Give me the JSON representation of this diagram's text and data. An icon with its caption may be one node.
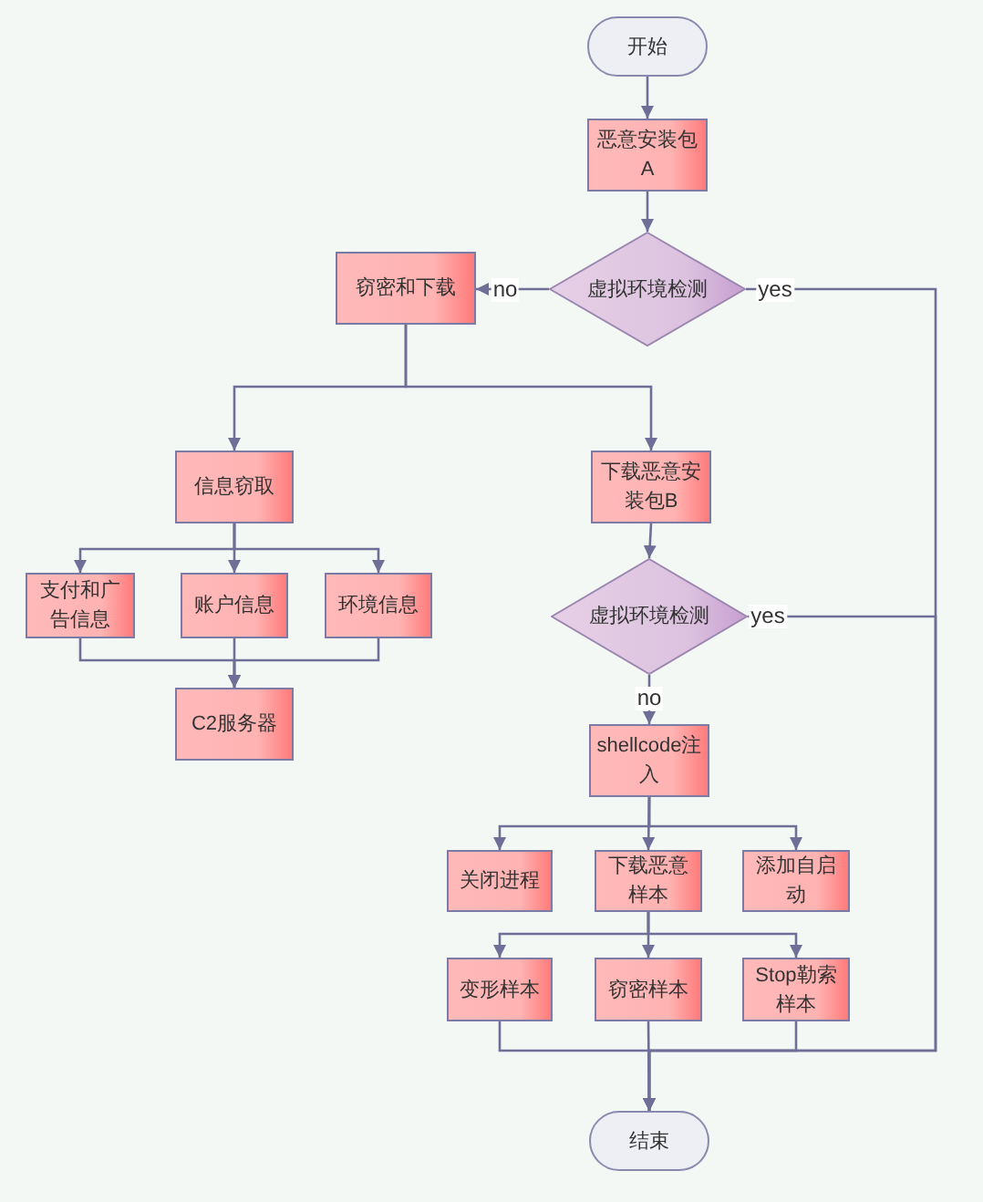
{
  "diagram": {
    "nodes": [
      {
        "text": [
          "开始"
        ]
      },
      {
        "text": [
          "恶意安装包A"
        ]
      },
      {
        "text": [
          "虚拟环境检测"
        ]
      },
      {
        "text": [
          "窃密和下载"
        ]
      },
      {
        "text": [
          "信息窃取"
        ]
      },
      {
        "text": [
          "下载恶意安装包B"
        ]
      },
      {
        "text": [
          "虚拟环境检测"
        ]
      },
      {
        "text": [
          "支付和广告信息"
        ]
      },
      {
        "text": [
          "账户信息"
        ]
      },
      {
        "text": [
          "环境信息"
        ]
      },
      {
        "text": [
          "C2服务器"
        ]
      },
      {
        "text": [
          "shellcode注入"
        ]
      },
      {
        "text": [
          "关闭进程"
        ]
      },
      {
        "text": [
          "下载恶意样本"
        ]
      },
      {
        "text": [
          "添加自启动"
        ]
      },
      {
        "text": [
          "变形样本"
        ]
      },
      {
        "text": [
          "窃密样本"
        ]
      },
      {
        "text": [
          "Stop勒索样本"
        ]
      },
      {
        "text": [
          "结束"
        ]
      }
    ],
    "edges": [
      {
        "from": 0,
        "to": 1,
        "arrow": "to"
      },
      {
        "from": 1,
        "to": 2,
        "arrow": "to"
      },
      {
        "from": 2,
        "to": 3,
        "arrow": "to",
        "label": "no"
      },
      {
        "from": 2,
        "to": 18,
        "arrow": "to",
        "label": "yes"
      },
      {
        "from": 3,
        "to": 4,
        "arrow": "to"
      },
      {
        "from": 3,
        "to": 5,
        "arrow": "to"
      },
      {
        "from": 4,
        "to": 7,
        "arrow": "to"
      },
      {
        "from": 4,
        "to": 8,
        "arrow": "to"
      },
      {
        "from": 4,
        "to": 9,
        "arrow": "to"
      },
      {
        "from": 5,
        "to": 6,
        "arrow": "to"
      },
      {
        "from": 7,
        "to": 10,
        "arrow": "to"
      },
      {
        "from": 8,
        "to": 10,
        "arrow": "to"
      },
      {
        "from": 9,
        "to": 10,
        "arrow": "to"
      },
      {
        "from": 6,
        "to": 11,
        "arrow": "to",
        "label": "no"
      },
      {
        "from": 6,
        "to": 18,
        "arrow": "to",
        "label": "yes"
      },
      {
        "from": 11,
        "to": 12,
        "arrow": "to"
      },
      {
        "from": 11,
        "to": 13,
        "arrow": "to"
      },
      {
        "from": 11,
        "to": 14,
        "arrow": "to"
      },
      {
        "from": 13,
        "to": 15,
        "arrow": "to"
      },
      {
        "from": 13,
        "to": 16,
        "arrow": "to"
      },
      {
        "from": 13,
        "to": 17,
        "arrow": "to"
      },
      {
        "from": 15,
        "to": 18,
        "arrow": "to"
      },
      {
        "from": 16,
        "to": 18,
        "arrow": "to"
      },
      {
        "from": 17,
        "to": 18,
        "arrow": "to"
      }
    ]
  }
}
